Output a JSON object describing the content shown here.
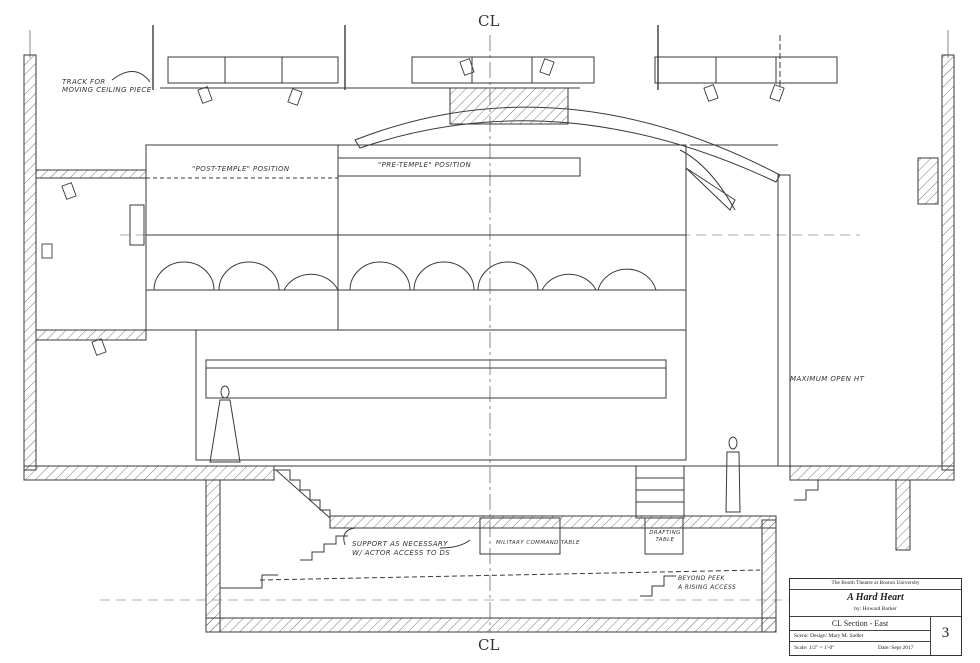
{
  "labels": {
    "centerline_top": "CL",
    "centerline_bottom": "CL",
    "track_note": "TRACK FOR\nMOVING CEILING PIECE",
    "post_temple": "\"POST-TEMPLE\" POSITION",
    "pre_temple": "\"PRE-TEMPLE\" POSITION",
    "maximum_open": "MAXIMUM OPEN HT",
    "support_note": "SUPPORT AS NECESSARY\nW/ ACTOR ACCESS TO DS",
    "military_table": "MILITARY COMMAND TABLE",
    "drafting_table": "DRAFTING TABLE",
    "beyond_note": "BEYOND PEEK\nA RISING ACCESS"
  },
  "title_block": {
    "institution": "The Booth Theatre at Boston University",
    "play_title": "A Hard Heart",
    "author": "by: Howard Barker",
    "drawing_title": "CL Section - East",
    "designer": "Scenic Design: Mary M. Sadler",
    "scale": "Scale: 1/2\" = 1'-0\"",
    "date": "Date: Sept 2017",
    "sheet_number": "3"
  },
  "colors": {
    "ink": "#3a3a3a",
    "paper": "#ffffff"
  }
}
